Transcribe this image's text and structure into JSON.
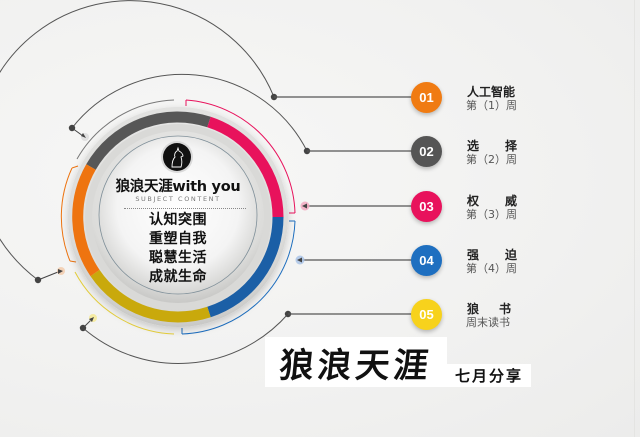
{
  "center": {
    "logo_icon": "howling-wolf-icon",
    "title": "狼浪天涯with you",
    "subtitle": "SUBJECT CONTENT",
    "lines": [
      "认知突围",
      "重塑自我",
      "聪慧生活",
      "成就生命"
    ]
  },
  "items": [
    {
      "number": "01",
      "title_chars": [
        "人工智能"
      ],
      "subtitle": "第（1）周",
      "color": "#F07B12"
    },
    {
      "number": "02",
      "title_chars": [
        "选",
        "择"
      ],
      "subtitle": "第（2）周",
      "color": "#555555"
    },
    {
      "number": "03",
      "title_chars": [
        "权",
        "威"
      ],
      "subtitle": "第（3）周",
      "color": "#E8125C"
    },
    {
      "number": "04",
      "title_chars": [
        "强",
        "迫"
      ],
      "subtitle": "第（4）周",
      "color": "#1E6FC0"
    },
    {
      "number": "05",
      "title_chars": [
        "狼",
        "书"
      ],
      "subtitle": "周末读书",
      "color": "#F7D21C"
    }
  ],
  "ring_colors": {
    "gray": "#575757",
    "pink": "#E8125C",
    "blue": "#1B5FA6",
    "yellow": "#C9A90C",
    "orange": "#EE7410"
  },
  "footer": {
    "main": "狼浪天涯",
    "sub": "七月分享"
  }
}
